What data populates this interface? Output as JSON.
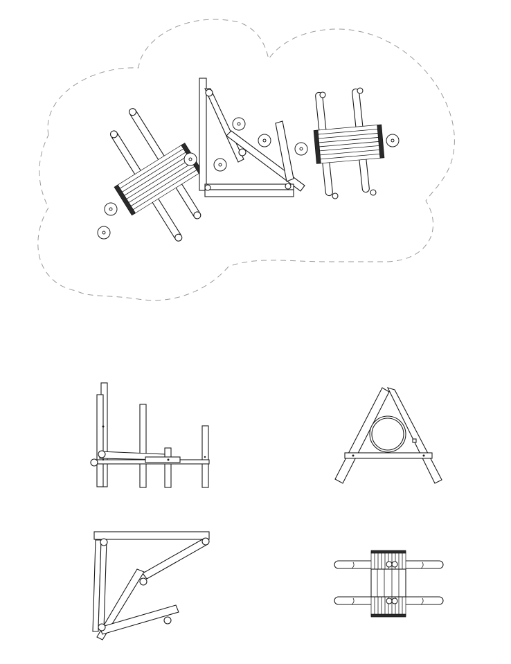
{
  "drawing": {
    "line_color": "#1a1a1a",
    "zone_color": "#9a9a9a",
    "background": "#ffffff"
  },
  "views": [
    {
      "id": "plan",
      "icon": "play-structure-plan-icon"
    },
    {
      "id": "side-elevation",
      "icon": "side-elevation-icon"
    },
    {
      "id": "front-elevation",
      "icon": "front-elevation-icon"
    },
    {
      "id": "end-plan-a",
      "icon": "a-frame-plan-icon"
    },
    {
      "id": "end-plan-b",
      "icon": "log-roller-end-icon"
    }
  ]
}
